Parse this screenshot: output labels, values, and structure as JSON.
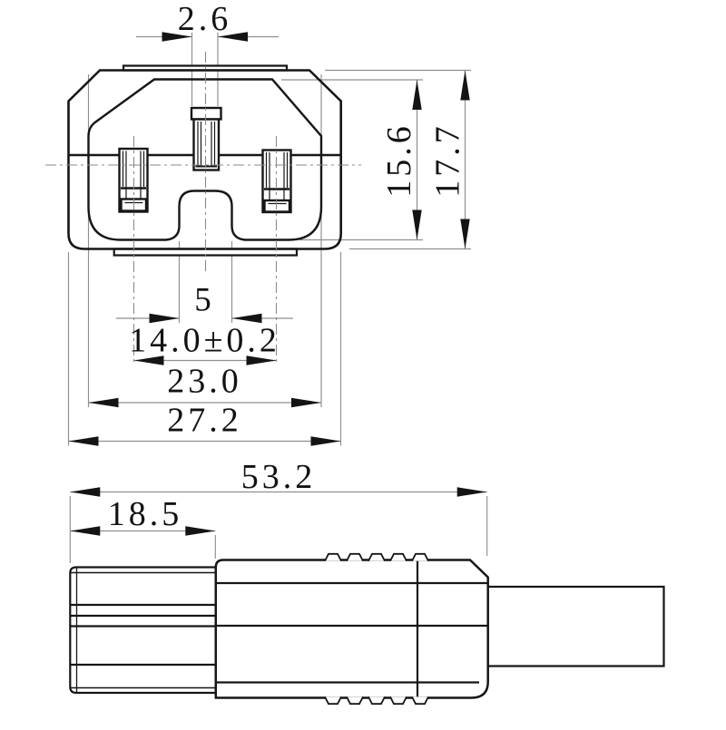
{
  "drawing": {
    "kind": "technical-dimension-drawing",
    "views": {
      "front": {
        "description": "appliance inlet front face with three flat pins and keying ridge"
      },
      "side": {
        "description": "inlet side profile with strain-relief ribs and cable"
      }
    },
    "dimensions": {
      "front": {
        "pin_width": "2.6",
        "recess_height": "15.6",
        "body_height": "17.7",
        "ridge_width": "5",
        "pin_pitch": "14.0±0.2",
        "recess_width": "23.0",
        "body_width": "27.2"
      },
      "side": {
        "overall_length": "53.2",
        "front_length": "18.5"
      }
    }
  }
}
